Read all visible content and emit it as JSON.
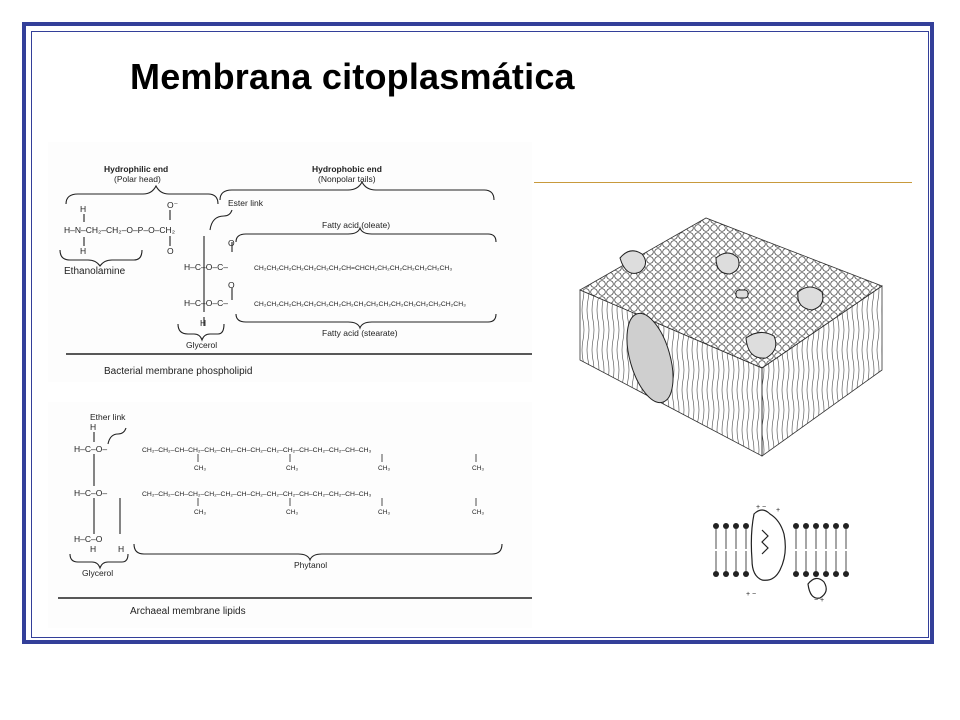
{
  "slide": {
    "title": "Membrana citoplasmática",
    "frame_color": "#333f99",
    "accent_color": "#c89a3c"
  },
  "bacterial": {
    "hydrophilic_label": "Hydrophilic end",
    "hydrophilic_sub": "(Polar head)",
    "hydrophobic_label": "Hydrophobic end",
    "hydrophobic_sub": "(Nonpolar tails)",
    "ester_label": "Ester link",
    "oleate_label": "Fatty acid (oleate)",
    "stearate_label": "Fatty acid (stearate)",
    "ethanolamine_label": "Ethanolamine",
    "glycerol_label": "Glycerol",
    "head_formula": "H–N–CH₂–CH₂–O–P–O–CH₂",
    "oleate_chain": "CH₂CH₂CH₂CH₂CH₂CH₂CH₂CH=CHCH₂CH₂CH₂CH₂CH₂CH₂CH₃",
    "stearate_chain": "CH₂CH₂CH₂CH₂CH₂CH₂CH₂CH₂CH₂CH₂CH₂CH₂CH₂CH₂CH₂CH₂CH₃",
    "caption": "Bacterial membrane phospholipid"
  },
  "archaeal": {
    "ether_label": "Ether link",
    "phytanol_label": "Phytanol",
    "glycerol_label": "Glycerol",
    "chain": "CH₂–CH₂–CH–CH₂–CH₂–CH₂–CH–CH₂–CH₂–CH₂–CH–CH₂–CH₂–CH–CH₃",
    "methyl": "CH₃",
    "caption": "Archaeal membrane lipids"
  }
}
